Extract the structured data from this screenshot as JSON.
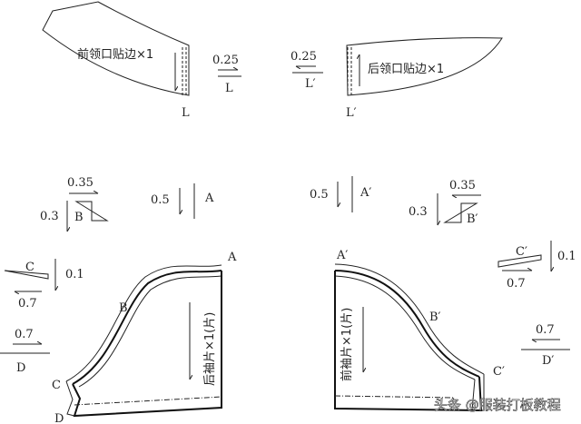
{
  "pieces": {
    "front_facing": {
      "label": "前领口贴边×1",
      "point": "L",
      "measure": "0.25",
      "measure_point": "L"
    },
    "back_facing": {
      "label": "后领口贴边×1",
      "point": "L′",
      "measure": "0.25",
      "measure_point": "L′"
    },
    "back_sleeve": {
      "label": "后袖片×1(片)",
      "points": {
        "A": "A",
        "B": "B",
        "C": "C",
        "D": "D"
      },
      "details": {
        "B_h": "0.35",
        "B_v": "0.3",
        "A_v": "0.5",
        "C_v": "0.1",
        "C_h": "0.7",
        "D_h": "0.7"
      }
    },
    "front_sleeve": {
      "label": "前袖片×1(片)",
      "points": {
        "A": "A′",
        "B": "B′",
        "C": "C′",
        "D": "D′"
      },
      "details": {
        "B_h": "0.35",
        "B_v": "0.3",
        "A_v": "0.5",
        "C_v": "0.1",
        "C_h": "0.7",
        "D_h": "0.7"
      }
    }
  },
  "watermark": "头条 @服装打板教程"
}
